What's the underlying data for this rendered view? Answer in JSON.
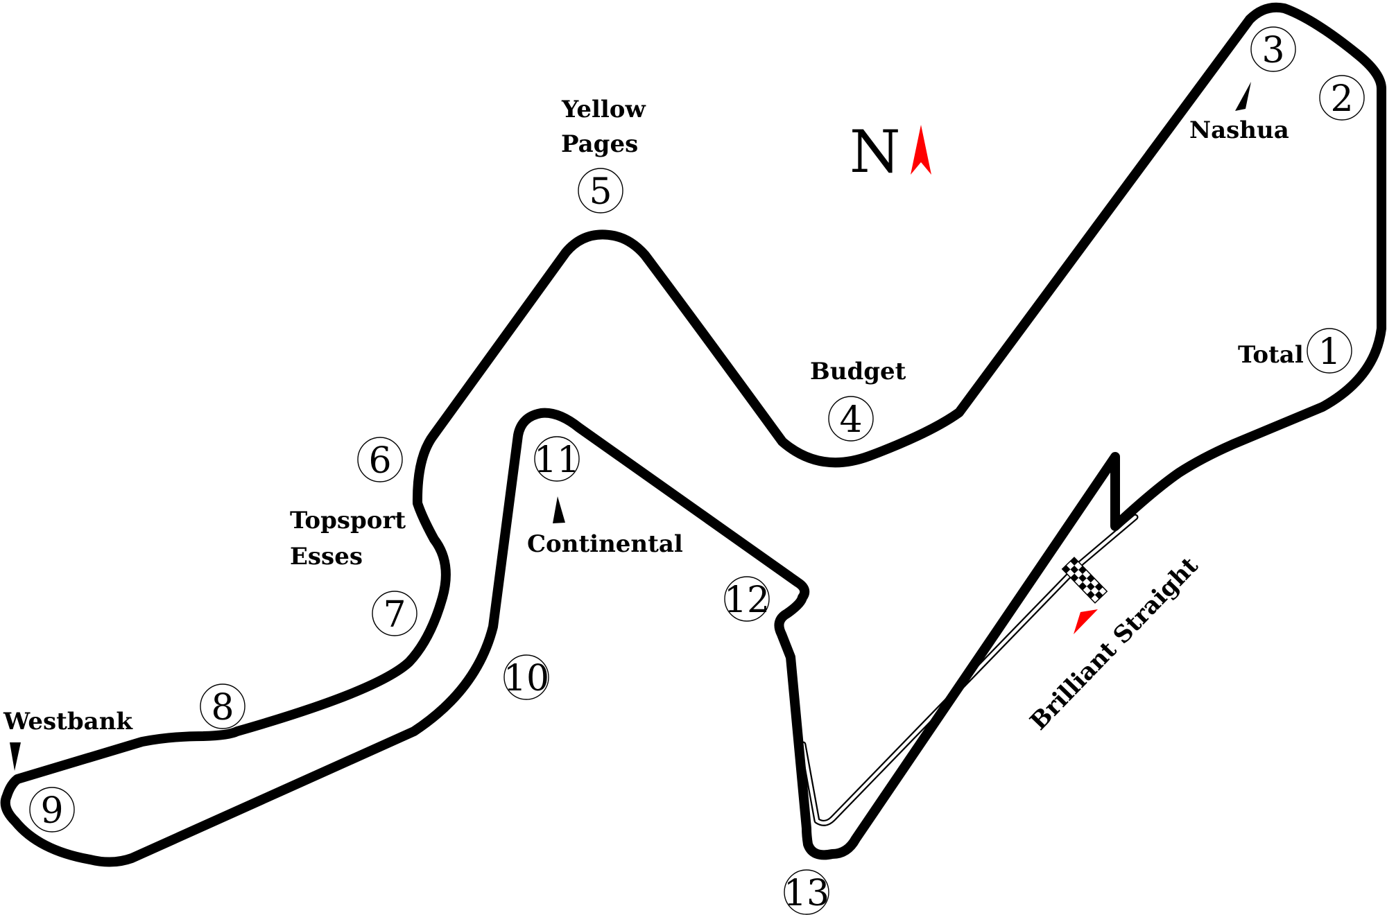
{
  "map": {
    "north_label": "N",
    "colors": {
      "track": "#000000",
      "pitlane": "#000000",
      "north_arrow": "#ff0000",
      "direction_arrow": "#ff0000",
      "marker": "#000000",
      "background": "#ffffff"
    },
    "corners": [
      "1",
      "2",
      "3",
      "4",
      "5",
      "6",
      "7",
      "8",
      "9",
      "10",
      "11",
      "12",
      "13"
    ],
    "labels": {
      "total": "Total",
      "nashua": "Nashua",
      "budget": "Budget",
      "yellow_pages_line1": "Yellow",
      "yellow_pages_line2": "Pages",
      "topsport_line1": "Topsport",
      "topsport_line2": "Esses",
      "westbank": "Westbank",
      "continental": "Continental",
      "brilliant_straight": "Brilliant Straight"
    },
    "icons": [
      "north-arrow-icon",
      "start-finish-line-icon",
      "direction-arrow-icon",
      "section-marker-icon"
    ]
  }
}
